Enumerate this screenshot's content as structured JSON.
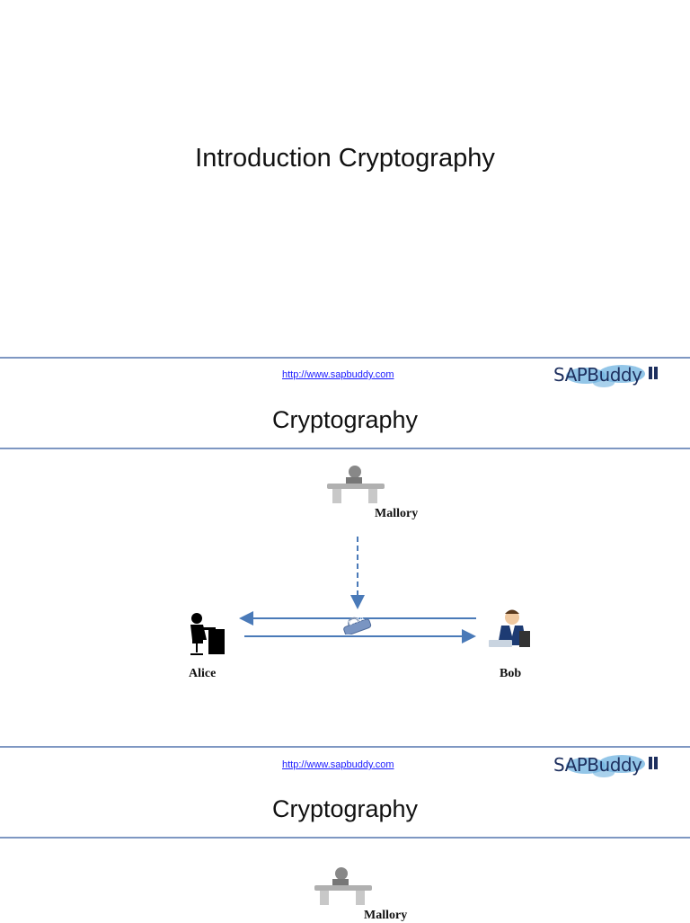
{
  "slide1": {
    "title": "Introduction Cryptography"
  },
  "slide2": {
    "url": "http://www.sapbuddy.com",
    "logo": "SAPBuddy",
    "title": "Cryptography",
    "mallory": "Mallory",
    "alice": "Alice",
    "bob": "Bob",
    "packet": "DATA"
  },
  "slide3": {
    "url": "http://www.sapbuddy.com",
    "logo": "SAPBuddy",
    "title": "Cryptography",
    "mallory": "Mallory"
  },
  "colors": {
    "divider": "#7e97c2",
    "arrow": "#4a7ab8",
    "link": "#1a1aff",
    "logo_text": "#1d2f5e",
    "logo_map": "#6fb3e0"
  }
}
